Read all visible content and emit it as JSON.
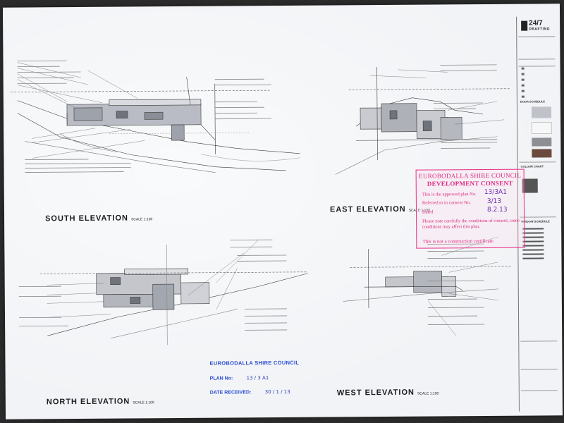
{
  "elevations": {
    "south": {
      "title": "SOUTH ELEVATION",
      "scale": "SCALE 1:100"
    },
    "east": {
      "title": "EAST ELEVATION",
      "scale": "SCALE 1:100"
    },
    "north": {
      "title": "NORTH ELEVATION",
      "scale": "SCALE 1:100"
    },
    "west": {
      "title": "WEST ELEVATION",
      "scale": "SCALE 1:100"
    }
  },
  "title_block": {
    "logo_number": "24/7",
    "logo_word": "DRAFTING",
    "section_door": "DOOR SCHEDULE",
    "section_colour": "COLOUR CHART",
    "section_window": "WINDOW SCHEDULE"
  },
  "stamp": {
    "council": "EUROBODALLA SHIRE COUNCIL",
    "heading": "DEVELOPMENT CONSENT",
    "plan_label": "This is the approved plan No.",
    "plan_value": "13/3A1",
    "consent_label": "Referred to in consent No.",
    "consent_value": "3/13",
    "dated_label": "Dated",
    "dated_value": "8.2.13",
    "note": "Please note carefully the conditions of consent, some conditions may affect this plan.",
    "warning": "This is not a construction certificate"
  },
  "council_stamp": {
    "heading": "EUROBODALLA SHIRE COUNCIL",
    "plan_label": "PLAN No:",
    "plan_value": "13 / 3  A1",
    "date_label": "DATE RECEIVED:",
    "date_value": "30 / 1 / 13"
  },
  "colors": {
    "stamp_pink": "#e0267f",
    "council_blue": "#2a4cd0",
    "line": "#3a3a3a"
  }
}
